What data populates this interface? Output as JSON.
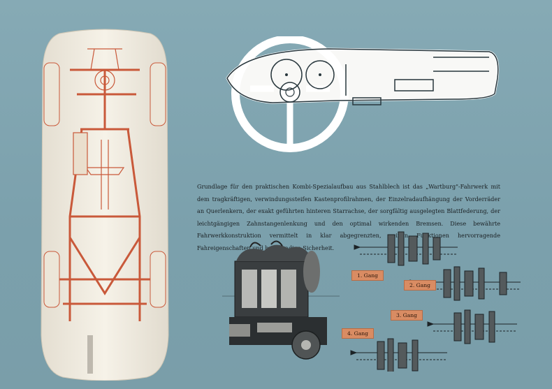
{
  "description_text": "Grundlage für den praktischen Kombi-Spezialaufbau aus Stahlblech ist das „Wartburg\"-Fahrwerk mit dem tragkräftigen, verwindungssteifen Kastenprofilrahmen, der Einzelradaufhängung der Vorderräder an Querlenkern, der exakt geführten hinteren Starrachse, der sorgfältig ausgelegten Blattfederung, der leichtgängigen Zahnstangenlenkung und den optimal wirkenden Bremsen. Diese bewährte Fahrwerkkonstruktion vermittelt in klar abgegrenzten, reinen Funktionen hervorragende Fahreigenschaften und hochgradige Sicherheit.",
  "gear_labels": {
    "g1": "1. Gang",
    "g2": "2. Gang",
    "g3": "3. Gang",
    "g4": "4. Gang"
  },
  "colors": {
    "background": "#7fa4b0",
    "chassis_frame": "#c9593a",
    "car_body": "#f1ece0",
    "label_bg": "#d98c63"
  }
}
